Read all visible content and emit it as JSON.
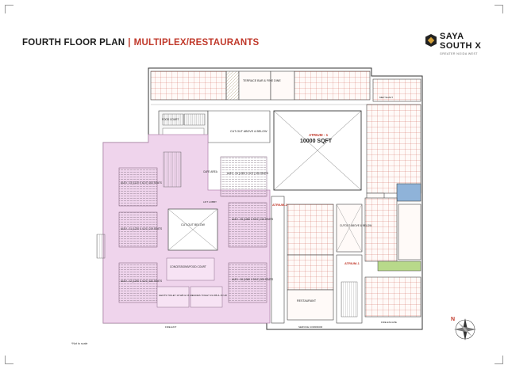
{
  "header": {
    "title": "FOURTH FLOOR PLAN",
    "separator": "|",
    "subtitle": "MULTIPLEX/RESTAURANTS"
  },
  "brand": {
    "line1": "SAYA",
    "line2": "SOUTH X",
    "tagline": "GREATER NOIDA WEST"
  },
  "atrium": {
    "area_title": "ATRIUM - 1",
    "area_value": "10000 SQFT",
    "atrium2": "ATRIUM-2",
    "atrium1": "ATRIUM-1"
  },
  "labels": {
    "cutout_arch": "CUT-OUT ABOVE & BELOW",
    "cutout_below": "CUT-OUT BELOW",
    "cutout_above_below": "CUTOUT ABOVE & BELOW",
    "terrace": "TERRACE BAR & FINE DINE",
    "restaurant": "RESTAURANT",
    "audi4": "AUDI - 04 (1300 X 42.0') 226 SEATS",
    "audi5": "AUDI - 05 (1060 X 59.0') 216 SEATS",
    "audi3": "AUDI - 03 (1120 X 42.0') 163 SEATS",
    "audi6": "AUDI - 06 (1060 X 59.0') 205 SEATS",
    "audi1": "AUDI - 01 (1220 X 42.0') 219 SEATS",
    "audi2": "AUDI - 02 (1200 X 42.0') 182 SEATS",
    "gents": "GENTS TOILET 19 WB & 15 UR",
    "ladies": "LADIES TOILET 19 WB & 15 UR",
    "concessions": "CONCESSIONS/FOOD COURT",
    "cafe": "CAFE AREA",
    "food_court": "FOOD COURT",
    "corridor": "SERVICE CORRIDOR",
    "shaft": "MEP SHAFT",
    "lift_lobby": "LIFT LOBBY",
    "fire_exit": "FIRE EXIT",
    "fire_escape": "FIRE ESCAPE"
  },
  "footnote": "*Not to scale",
  "compass": {
    "north": "N"
  },
  "colors": {
    "multiplex": "#efd4ec",
    "multiplex_line": "#b68ab2",
    "accent": "#c0392b",
    "shop_line": "#c0392b",
    "blue": "#8fb3d9",
    "green": "#b8d98a",
    "tan": "#dfd4b8",
    "gold": "#d4a23c"
  }
}
